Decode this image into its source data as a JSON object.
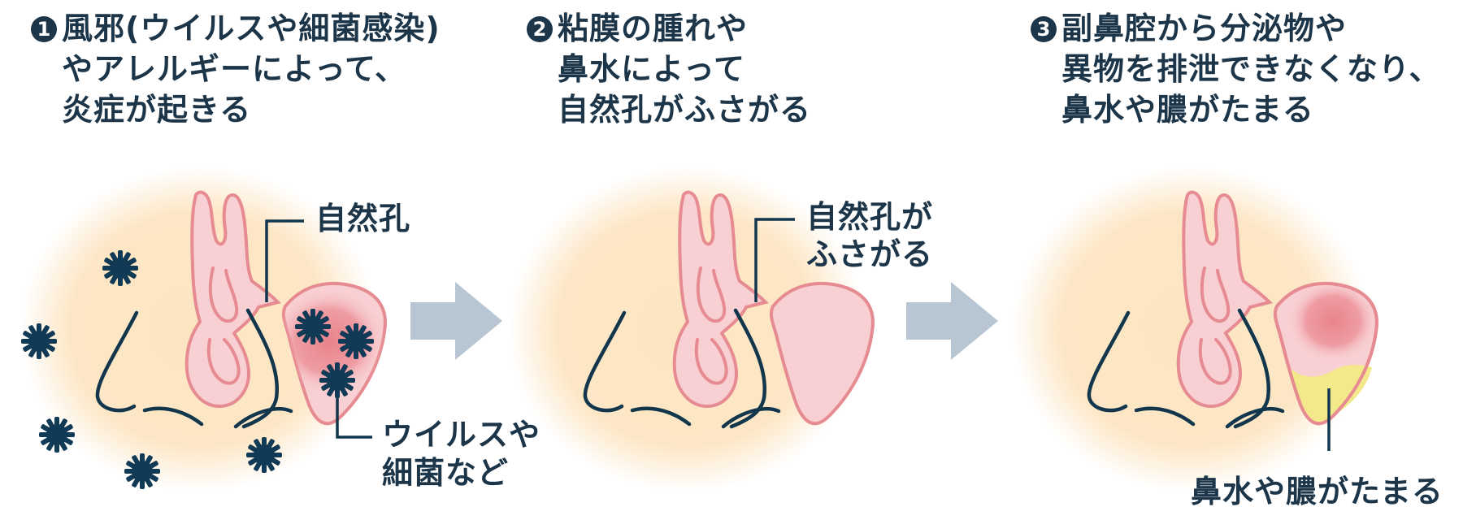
{
  "steps": [
    {
      "number": "1",
      "lines": [
        "風邪(ウイルスや細菌感染)",
        "やアレルギーによって、",
        "炎症が起きる"
      ]
    },
    {
      "number": "2",
      "lines": [
        "粘膜の腫れや",
        "鼻水によって",
        "自然孔がふさがる"
      ]
    },
    {
      "number": "3",
      "lines": [
        "副鼻腔から分泌物や",
        "異物を排泄できなくなり、",
        "鼻水や膿がたまる"
      ]
    }
  ],
  "callouts": {
    "ostium": "自然孔",
    "ostium_blocked": [
      "自然孔が",
      "ふさがる"
    ],
    "pathogens": [
      "ウイルスや",
      "細菌など"
    ],
    "pus": "鼻水や膿がたまる"
  },
  "colors": {
    "text": "#1c3548",
    "glow": "#fde5c2",
    "sinus_fill": "#f8cfd2",
    "sinus_stroke": "#e58b91",
    "inflamed": "#e9838c",
    "pus": "#f3e98a",
    "arrow": "#b7c6d2",
    "virus": "#103a55"
  }
}
